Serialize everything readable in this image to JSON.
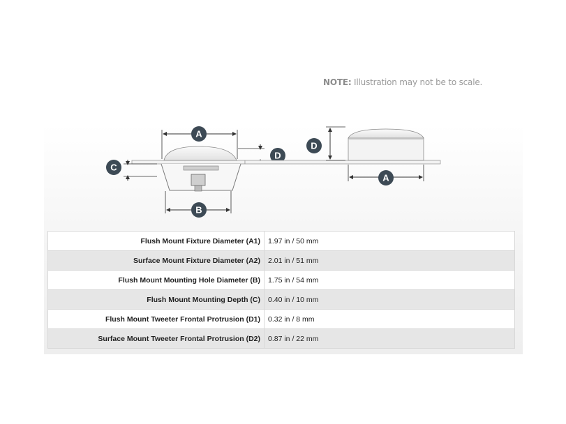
{
  "note": {
    "label": "NOTE:",
    "text": " Illustration may not be to scale."
  },
  "badges": {
    "a": "A",
    "b": "B",
    "c": "C",
    "d": "D"
  },
  "specs": [
    {
      "label": "Flush Mount Fixture Diameter (A1)",
      "value": "1.97 in / 50 mm"
    },
    {
      "label": "Surface Mount Fixture Diameter (A2)",
      "value": "2.01 in / 51 mm"
    },
    {
      "label": "Flush Mount Mounting Hole Diameter (B)",
      "value": "1.75 in / 54 mm"
    },
    {
      "label": "Flush Mount Mounting Depth (C)",
      "value": "0.40 in / 10 mm"
    },
    {
      "label": "Flush Mount Tweeter Frontal Protrusion (D1)",
      "value": "0.32 in / 8 mm"
    },
    {
      "label": "Surface Mount Tweeter Frontal Protrusion (D2)",
      "value": "0.87 in / 22 mm"
    }
  ],
  "colors": {
    "badge": "#3d4a55",
    "line": "#333333",
    "row_alt": "#e6e6e6"
  }
}
